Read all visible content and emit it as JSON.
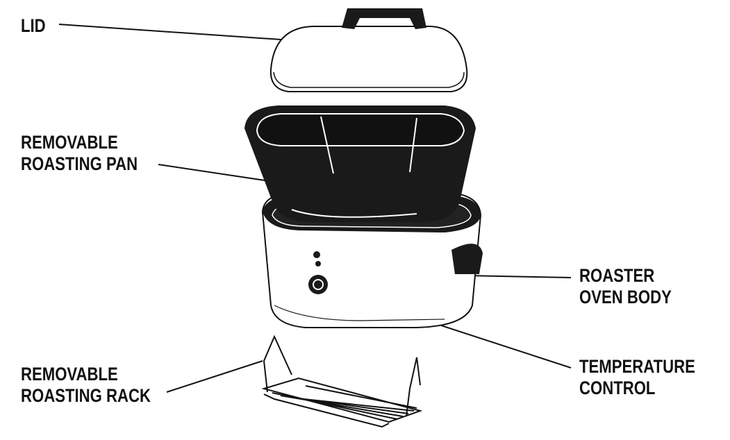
{
  "labels": {
    "lid": "LID",
    "pan": [
      "REMOVABLE",
      "ROASTING PAN"
    ],
    "body": [
      "ROASTER",
      "OVEN BODY"
    ],
    "control": [
      "TEMPERATURE",
      "CONTROL"
    ],
    "rack": [
      "REMOVABLE",
      "ROASTING RACK"
    ]
  },
  "colors": {
    "ink": "#111111",
    "pan": "#1a1a1a"
  }
}
